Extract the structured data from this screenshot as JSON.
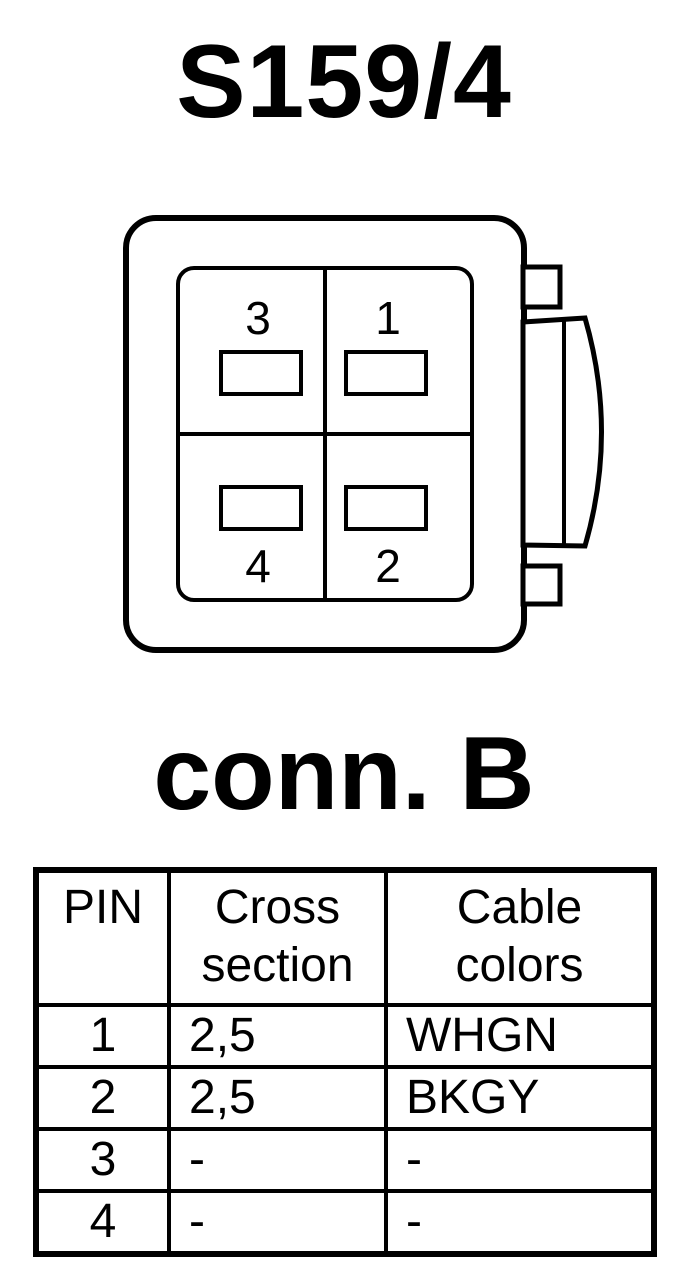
{
  "title": "S159/4",
  "connector_label": "conn. B",
  "pins": [
    {
      "label": "3"
    },
    {
      "label": "1"
    },
    {
      "label": "4"
    },
    {
      "label": "2"
    }
  ],
  "table": {
    "headers": [
      {
        "line1": "PIN",
        "line2": ""
      },
      {
        "line1": "Cross",
        "line2": "section"
      },
      {
        "line1": "Cable",
        "line2": "colors"
      }
    ],
    "rows": [
      {
        "pin": "1",
        "cross_section": "2,5",
        "color": "WHGN"
      },
      {
        "pin": "2",
        "cross_section": "2,5",
        "color": "BKGY"
      },
      {
        "pin": "3",
        "cross_section": "-",
        "color": "-"
      },
      {
        "pin": "4",
        "cross_section": "-",
        "color": "-"
      }
    ]
  }
}
